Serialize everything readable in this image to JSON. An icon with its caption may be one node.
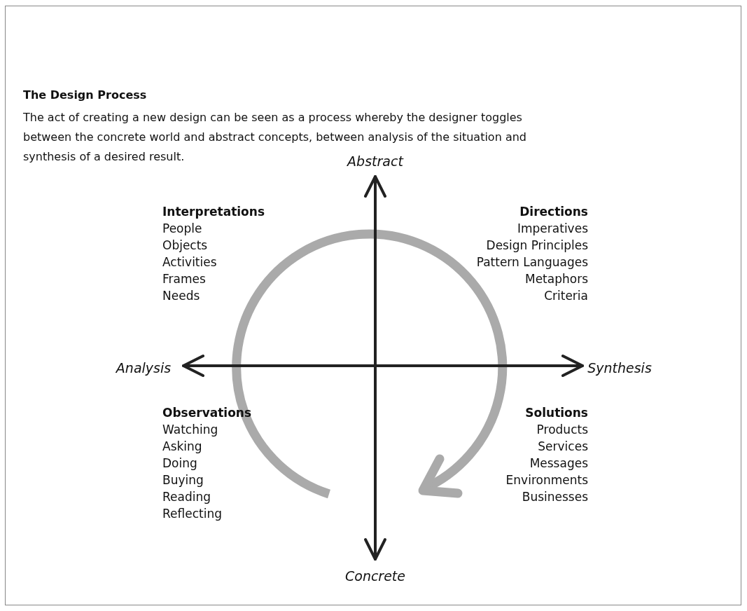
{
  "diagram": {
    "title": "The Design Process",
    "caption": "The act of creating a new design can be seen as a process whereby the designer toggles between the concrete world and abstract concepts, between analysis of the situation and synthesis of a desired result.",
    "labels": [
      "Abstract",
      "Interpretations",
      "People",
      "Objects",
      "Activities",
      "Frames",
      "Needs",
      "Directions",
      "Imperatives",
      "Design Principles",
      "Pattern Languages",
      "Metaphors",
      "Criteria",
      "Analysis",
      "Synthesis",
      "Observations",
      "Watching",
      "Asking",
      "Doing",
      "Buying",
      "Reading",
      "Reflecting",
      "Solutions",
      "Products",
      "Services",
      "Messages",
      "Environments",
      "Businesses",
      "Concrete"
    ]
  }
}
